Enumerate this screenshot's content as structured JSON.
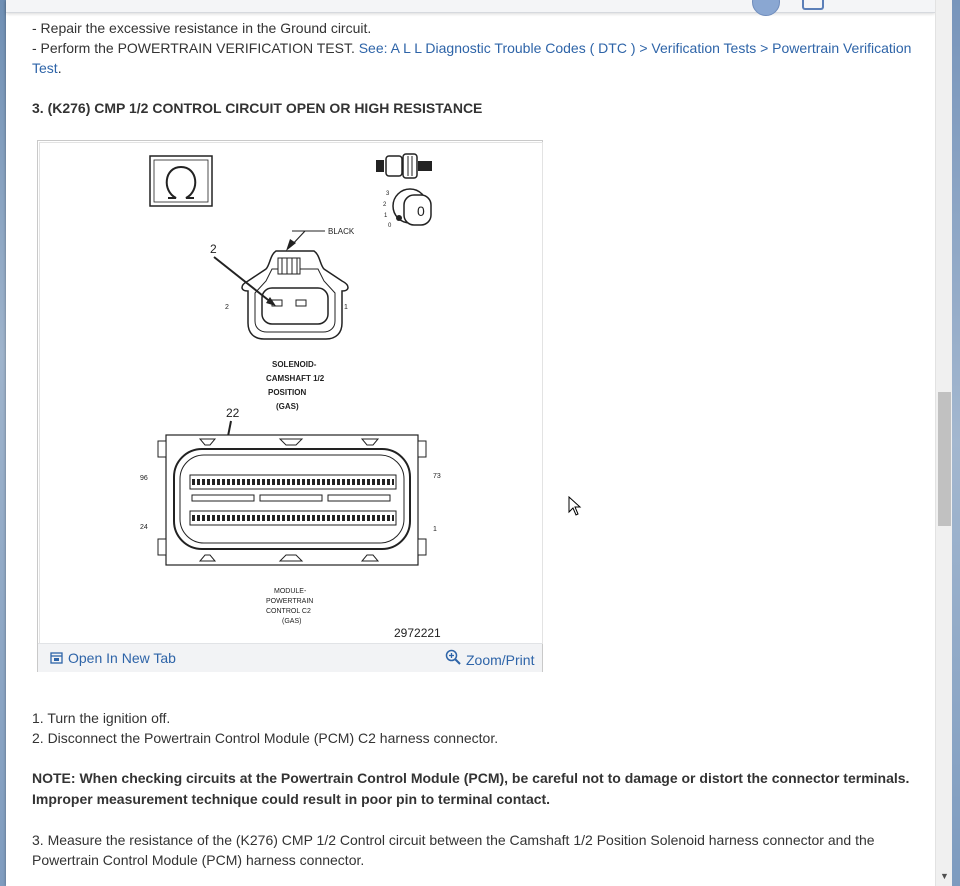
{
  "intro": {
    "repair_line": " -  Repair the excessive resistance in the Ground circuit.",
    "perform_prefix": " -  Perform the POWERTRAIN VERIFICATION TEST. ",
    "perform_link": "See: A L L Diagnostic Trouble Codes ( DTC ) > Verification Tests > Powertrain Verification Test",
    "perform_suffix": "."
  },
  "section_heading": "3. (K276) CMP 1/2 CONTROL CIRCUIT OPEN OR HIGH RESISTANCE",
  "figure": {
    "labels": {
      "black": "BLACK",
      "pin_callout_top": "2",
      "pin_left": "2",
      "pin_right": "1",
      "solenoid_line1": "SOLENOID-",
      "solenoid_line2": "CAMSHAFT 1/2",
      "solenoid_line3": "POSITION",
      "solenoid_line4": "(GAS)",
      "pin_callout_module": "22",
      "pin_96": "96",
      "pin_24": "24",
      "pin_73": "73",
      "pin_1": "1",
      "module_line1": "MODULE-",
      "module_line2": "POWERTRAIN",
      "module_line3": "CONTROL C2",
      "module_line4": "(GAS)",
      "figure_number": "2972221",
      "ignition_positions": [
        "3",
        "2",
        "1",
        "0"
      ],
      "ignition_key_label": "0"
    },
    "open_new_tab": "Open In New Tab",
    "zoom_print": "Zoom/Print"
  },
  "steps": {
    "step1": " 1. Turn the ignition off.",
    "step2": " 2. Disconnect the Powertrain Control Module (PCM) C2 harness connector."
  },
  "note": {
    "line1": "NOTE:  When checking circuits at the Powertrain Control Module (PCM), be careful not to damage or distort the connector terminals.",
    "line2": "Improper measurement technique could result in poor pin to terminal contact."
  },
  "step3": " 3. Measure the resistance of the (K276) CMP 1/2 Control circuit between the Camshaft 1/2 Position Solenoid harness connector and the Powertrain Control Module (PCM) harness connector.",
  "colors": {
    "link": "#2e64a8",
    "text": "#333333",
    "figure_bar": "#f2f3f5"
  }
}
